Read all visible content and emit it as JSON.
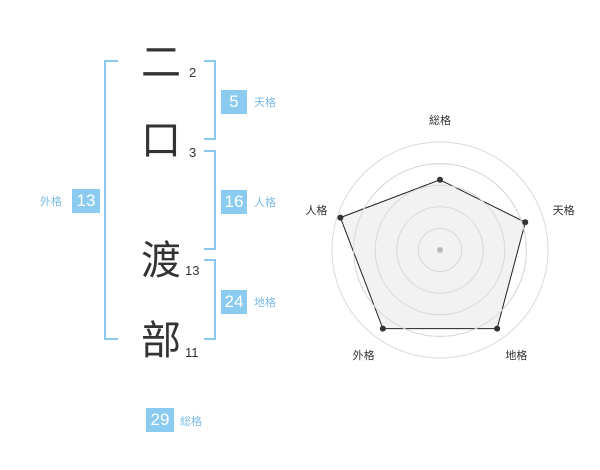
{
  "name": {
    "chars": [
      {
        "char": "二",
        "strokes": "2"
      },
      {
        "char": "口",
        "strokes": "3"
      },
      {
        "char": "渡",
        "strokes": "13"
      },
      {
        "char": "部",
        "strokes": "11"
      }
    ]
  },
  "fortune": {
    "tenkaku": {
      "value": "5",
      "label": "天格"
    },
    "jinkaku": {
      "value": "16",
      "label": "人格"
    },
    "chikaku": {
      "value": "24",
      "label": "地格"
    },
    "gaikaku": {
      "value": "13",
      "label": "外格"
    },
    "soukaku": {
      "value": "29",
      "label": "総格"
    }
  },
  "radar": {
    "axes": [
      "総格",
      "天格",
      "地格",
      "外格",
      "人格"
    ],
    "levels": [
      0.65,
      0.83,
      0.9,
      0.9,
      0.97
    ],
    "colors": {
      "grid": "#d9d9d9",
      "fill": "#f0f0f0",
      "line": "#222222",
      "point": "#333333",
      "accent": "#8ccbf0"
    }
  }
}
